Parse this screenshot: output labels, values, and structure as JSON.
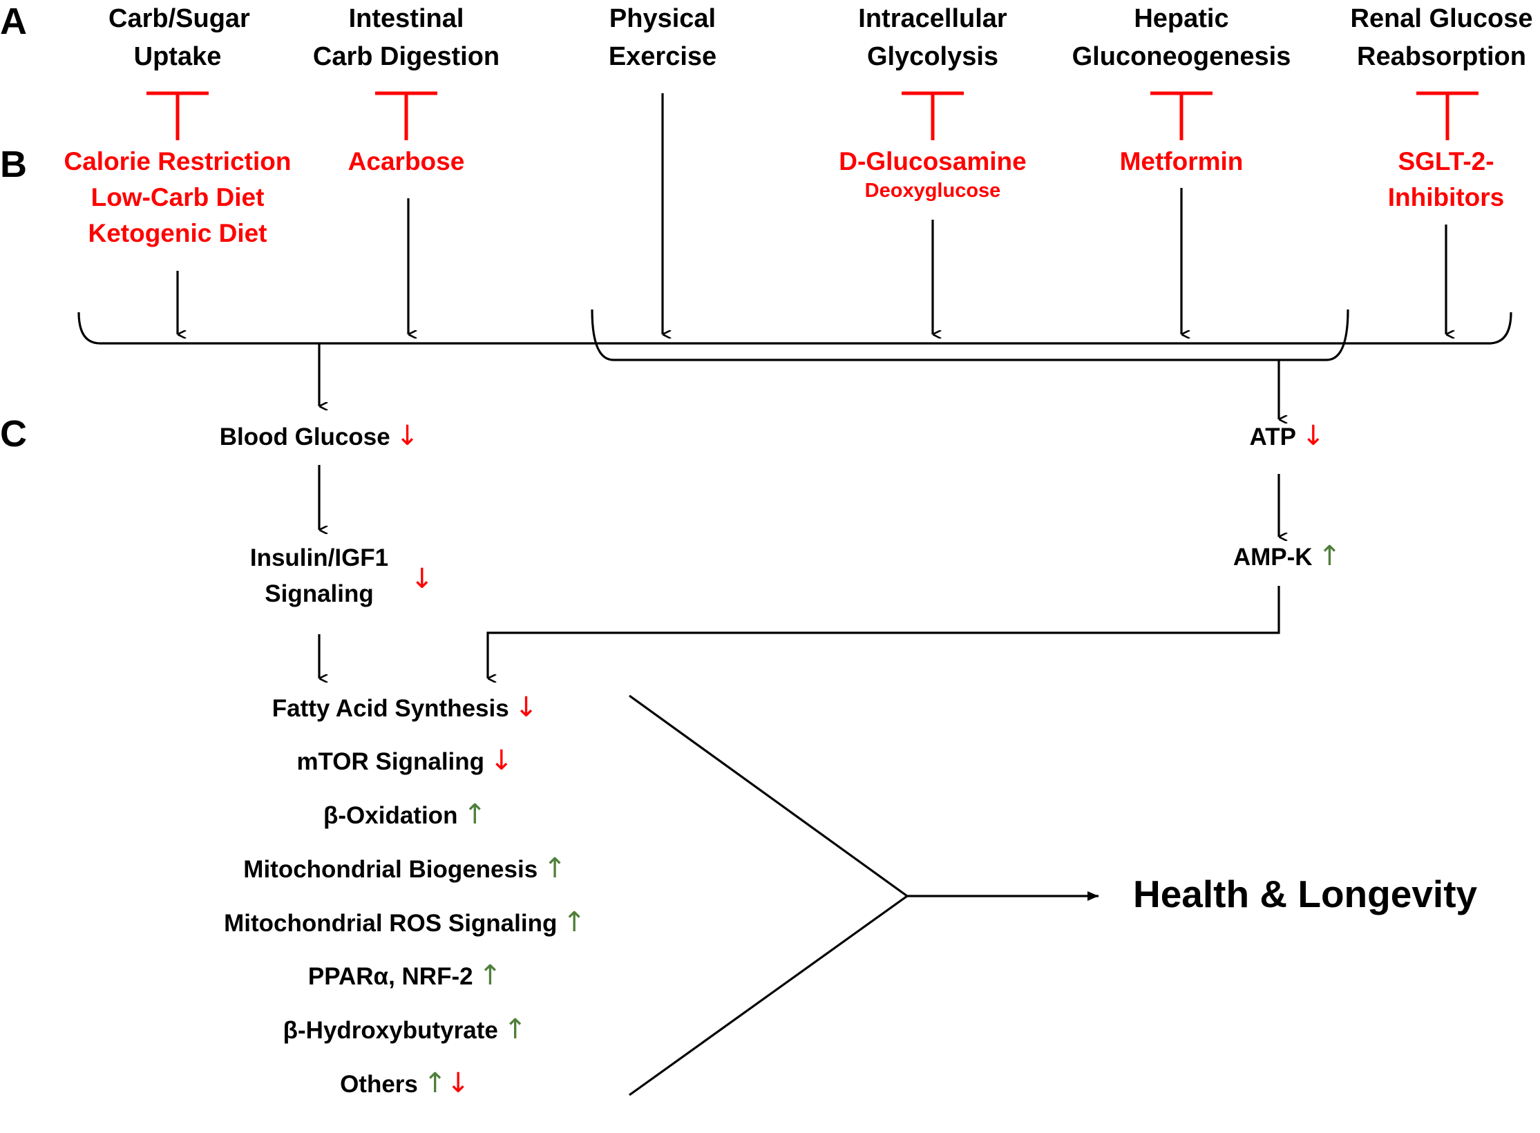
{
  "sections": {
    "a": "A",
    "b": "B",
    "c": "C"
  },
  "processes": [
    {
      "line1": "Carb/Sugar",
      "line2": "Uptake"
    },
    {
      "line1": "Intestinal",
      "line2": "Carb Digestion"
    },
    {
      "line1": "Physical",
      "line2": "Exercise"
    },
    {
      "line1": "Intracellular",
      "line2": "Glycolysis"
    },
    {
      "line1": "Hepatic",
      "line2": "Gluconeogenesis"
    },
    {
      "line1": "Renal Glucose",
      "line2": "Reabsorption"
    }
  ],
  "interventions": {
    "diet": [
      "Calorie Restriction",
      "Low-Carb Diet",
      "Ketogenic Diet"
    ],
    "acarbose": "Acarbose",
    "glucosamine": "D-Glucosamine",
    "deoxyglucose": "Deoxyglucose",
    "metformin": "Metformin",
    "sglt2": [
      "SGLT-2-",
      "Inhibitors"
    ]
  },
  "signals": {
    "blood_glucose": "Blood Glucose",
    "insulin_igf1": [
      "Insulin/IGF1",
      "Signaling"
    ],
    "atp": "ATP",
    "ampk": "AMP-K"
  },
  "effects": [
    {
      "label": "Fatty Acid Synthesis",
      "dir": "down"
    },
    {
      "label": "mTOR Signaling",
      "dir": "down"
    },
    {
      "label": "β-Oxidation",
      "dir": "up"
    },
    {
      "label": "Mitochondrial Biogenesis",
      "dir": "up"
    },
    {
      "label": "Mitochondrial ROS Signaling",
      "dir": "up"
    },
    {
      "label": "PPARα, NRF-2",
      "dir": "up"
    },
    {
      "label": "β-Hydroxybutyrate",
      "dir": "up"
    },
    {
      "label": "Others",
      "dir": "updown"
    }
  ],
  "arrows": {
    "up": "↑",
    "down": "↓"
  },
  "outcome": "Health & Longevity",
  "colors": {
    "inhibit": "#ff0000",
    "increase": "#4f7f3a",
    "line": "#000000"
  }
}
